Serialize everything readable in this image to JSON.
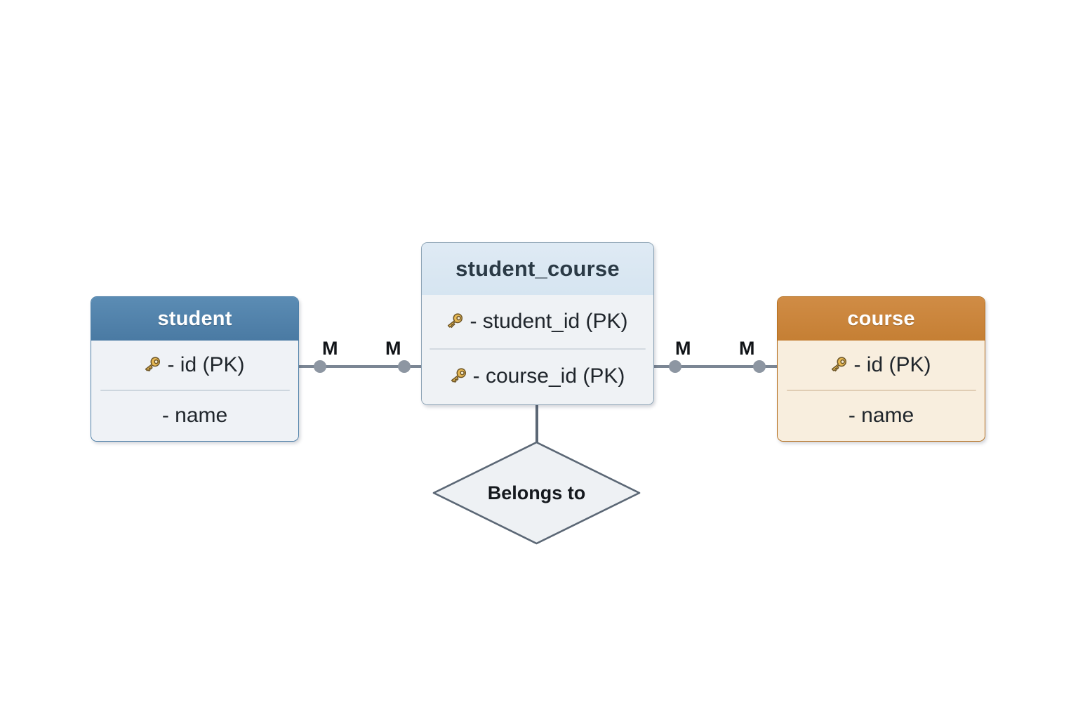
{
  "diagram": {
    "type": "entity-relationship-diagram",
    "background": "#ffffff",
    "connector_color": "#7b8694",
    "entities": [
      {
        "id": "student",
        "name": "student",
        "header_color": "#4d7fa8",
        "body_color": "#eff2f6",
        "header_text_color": "#ffffff",
        "attributes": [
          {
            "label": "- id (PK)",
            "key": true,
            "icon": "key-icon"
          },
          {
            "label": "- name",
            "key": false,
            "icon": ""
          }
        ]
      },
      {
        "id": "student_course",
        "name": "student_course",
        "header_color": "#d6e5f1",
        "body_color": "#eff2f5",
        "header_text_color": "#2b3a46",
        "attributes": [
          {
            "label": "- student_id (PK)",
            "key": true,
            "icon": "key-icon"
          },
          {
            "label": "- course_id (PK)",
            "key": true,
            "icon": "key-icon"
          }
        ]
      },
      {
        "id": "course",
        "name": "course",
        "header_color": "#c57f34",
        "body_color": "#f8eede",
        "header_text_color": "#ffffff",
        "attributes": [
          {
            "label": "- id (PK)",
            "key": true,
            "icon": "key-icon"
          },
          {
            "label": "- name",
            "key": false,
            "icon": ""
          }
        ]
      }
    ],
    "relationships": [
      {
        "id": "belongs-to",
        "label": "Belongs to",
        "shape": "diamond",
        "fill": "#eef1f4",
        "stroke": "#5b6775"
      }
    ],
    "connectors": [
      {
        "id": "student-to-student_course",
        "from": "student",
        "to": "student_course",
        "from_cardinality": "M",
        "to_cardinality": "M"
      },
      {
        "id": "student_course-to-course",
        "from": "student_course",
        "to": "course",
        "from_cardinality": "M",
        "to_cardinality": "M"
      },
      {
        "id": "student_course-to-belongs-to",
        "from": "student_course",
        "to": "belongs-to",
        "from_cardinality": "",
        "to_cardinality": ""
      }
    ],
    "cardinality_labels": [
      {
        "id": "m-left-outer",
        "text": "M"
      },
      {
        "id": "m-left-inner",
        "text": "M"
      },
      {
        "id": "m-right-inner",
        "text": "M"
      },
      {
        "id": "m-right-outer",
        "text": "M"
      }
    ]
  }
}
